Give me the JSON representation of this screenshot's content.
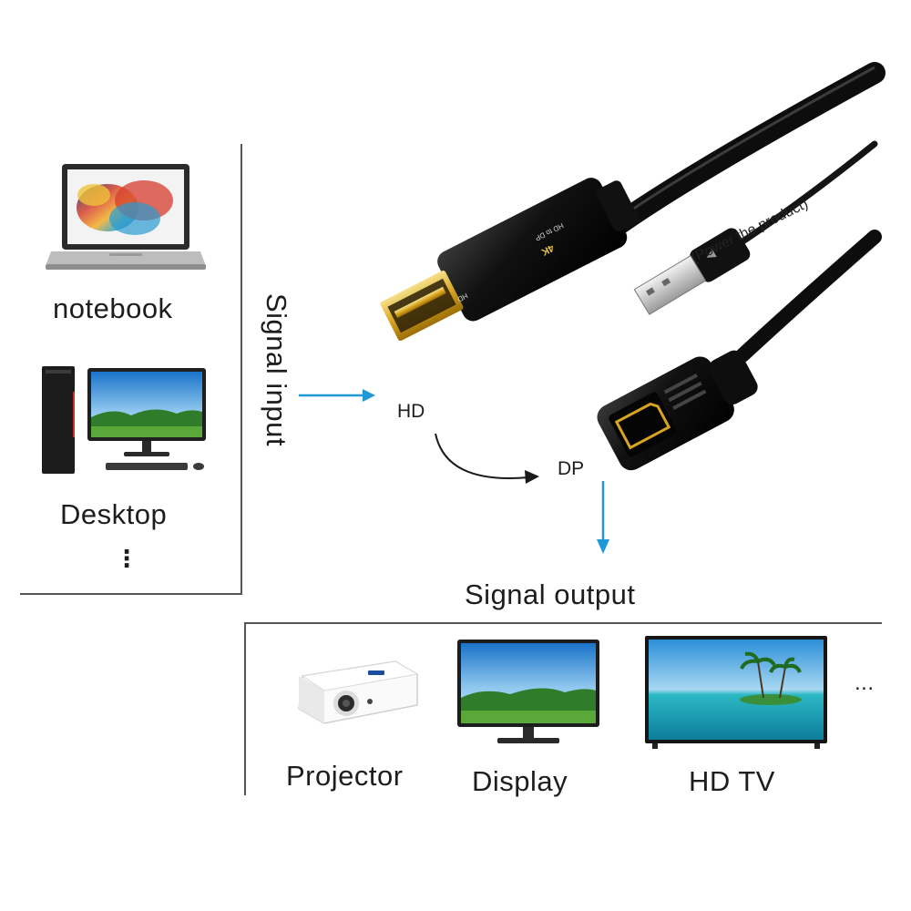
{
  "sources": {
    "notebook_label": "notebook",
    "desktop_label": "Desktop",
    "more_indicator": "⋮"
  },
  "flow": {
    "input_label": "Signal input",
    "output_label": "Signal output",
    "hd_label": "HD",
    "dp_label": "DP",
    "arrow_color": "#1e9ad6"
  },
  "adapter": {
    "top_print": "4K",
    "spec_print": "HD to DP",
    "side_print": "HD",
    "power_note": "(Power the product)"
  },
  "outputs": {
    "projector_label": "Projector",
    "display_label": "Display",
    "hdtv_label": "HD TV",
    "more_indicator": "..."
  }
}
